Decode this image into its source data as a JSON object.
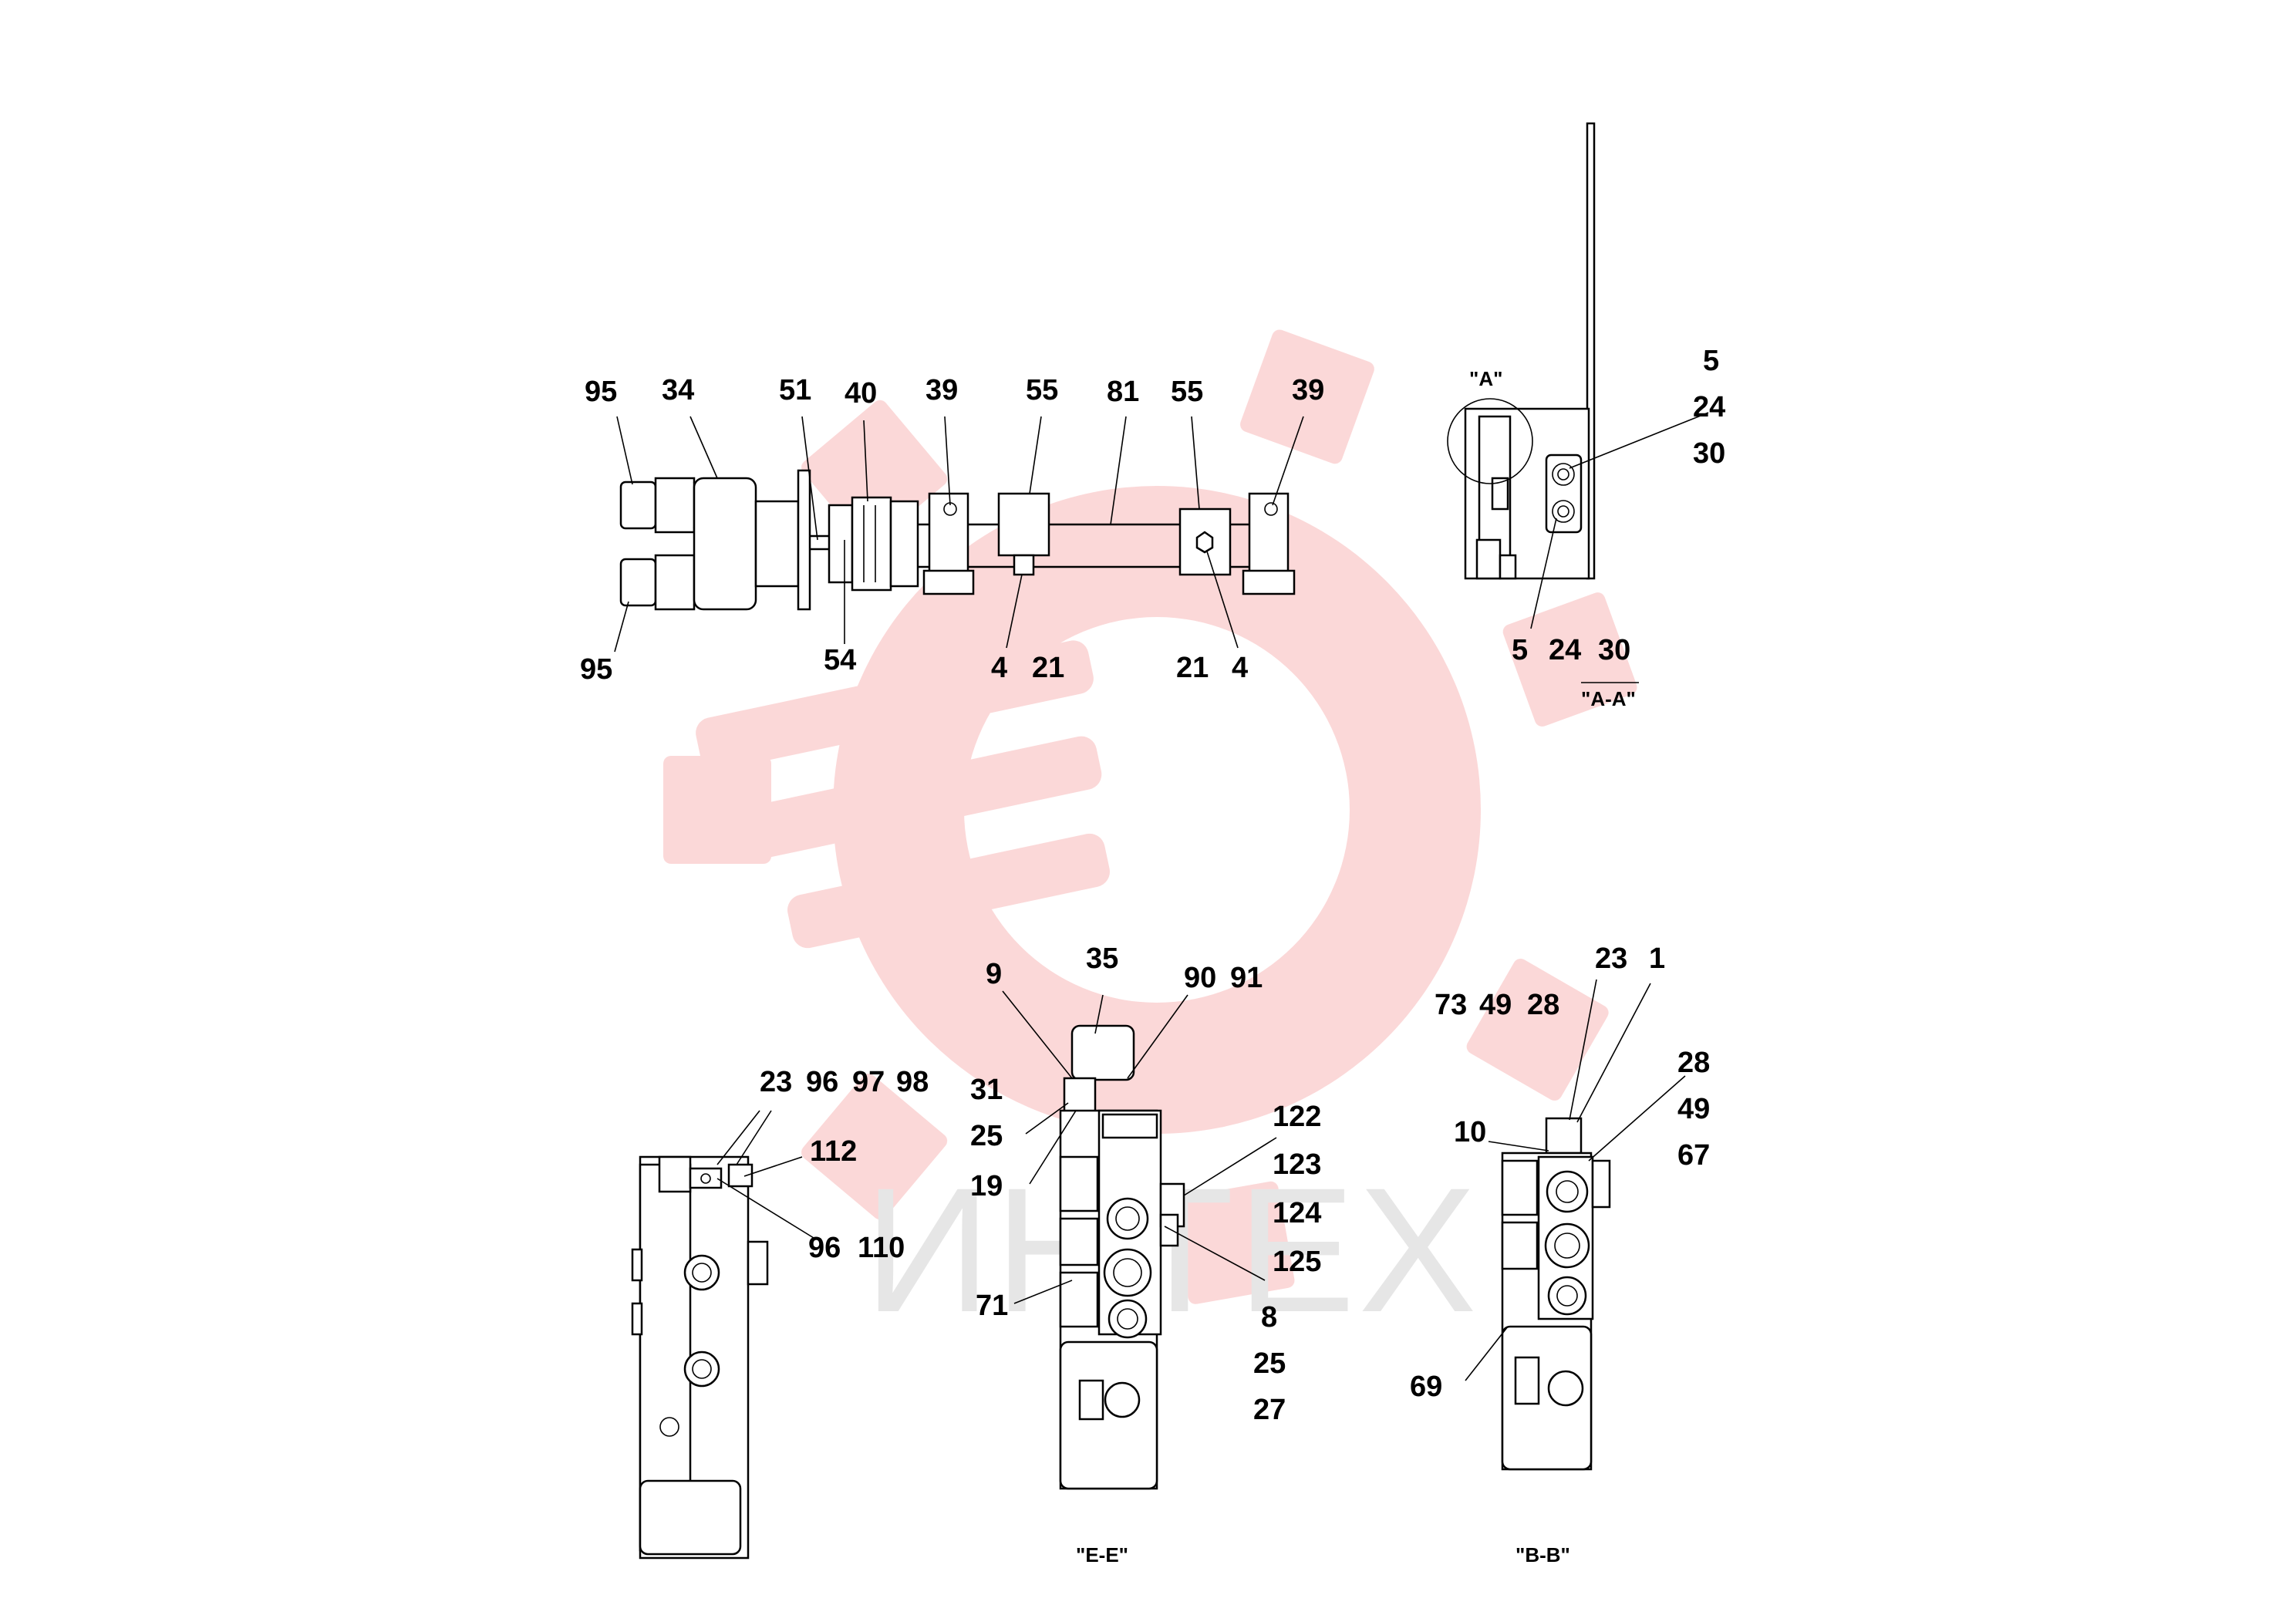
{
  "watermark": {
    "text": "ИНТЕХ",
    "color": "#fbd4d4"
  },
  "top_view": {
    "labels": [
      "95",
      "34",
      "51",
      "40",
      "39",
      "55",
      "81",
      "55",
      "39",
      "95",
      "54",
      "4",
      "21",
      "21",
      "4"
    ]
  },
  "section_aa": {
    "callout": "\"A\"",
    "labels": [
      "5",
      "24",
      "30",
      "5",
      "24",
      "30"
    ],
    "caption": "\"A-A\""
  },
  "left_view": {
    "labels": [
      "23",
      "96",
      "97",
      "98",
      "112",
      "96",
      "110"
    ]
  },
  "section_ee": {
    "labels": [
      "9",
      "35",
      "90",
      "91",
      "31",
      "25",
      "19",
      "122",
      "123",
      "124",
      "125",
      "71",
      "8",
      "25",
      "27"
    ],
    "caption": "\"E-E\""
  },
  "section_bb": {
    "labels": [
      "23",
      "1",
      "73",
      "49",
      "28",
      "28",
      "49",
      "67",
      "10",
      "69"
    ],
    "caption": "\"B-B\""
  }
}
